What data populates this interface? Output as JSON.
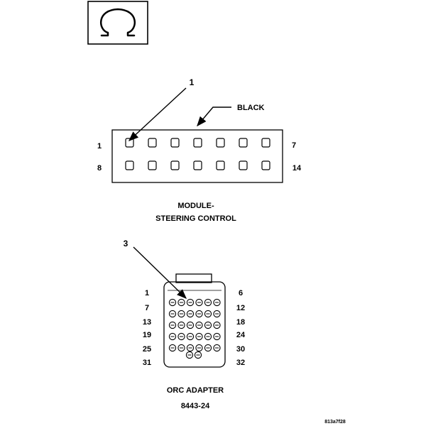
{
  "symbol": {
    "icon": "ohm-icon",
    "glyph": "Ω"
  },
  "steering_module": {
    "callout": "1",
    "color_label": "BLACK",
    "pins_row1": {
      "first": "1",
      "last": "7"
    },
    "pins_row2": {
      "first": "8",
      "last": "14"
    },
    "title_line1": "MODULE-",
    "title_line2": "STEERING CONTROL"
  },
  "orc_adapter": {
    "callout": "3",
    "left_pin_labels": [
      "1",
      "7",
      "13",
      "19",
      "25",
      "31"
    ],
    "right_pin_labels": [
      "6",
      "12",
      "18",
      "24",
      "30",
      "32"
    ],
    "title_line1": "ORC ADAPTER",
    "title_line2": "8443-24"
  },
  "figure_id": "813a7f28"
}
